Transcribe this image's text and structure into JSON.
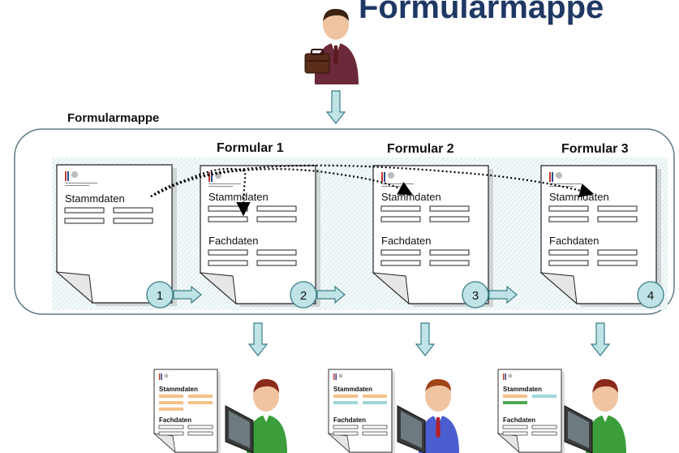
{
  "title": "Formularmappe",
  "folder_label": "Formularmappe",
  "forms": [
    {
      "title": "",
      "number": "1",
      "sections": [
        "Stammdaten"
      ]
    },
    {
      "title": "Formular 1",
      "number": "2",
      "sections": [
        "Stammdaten",
        "Fachdaten"
      ]
    },
    {
      "title": "Formular 2",
      "number": "3",
      "sections": [
        "Stammdaten",
        "Fachdaten"
      ]
    },
    {
      "title": "Formular 3",
      "number": "4",
      "sections": [
        "Stammdaten",
        "Fachdaten"
      ]
    }
  ],
  "outputs": [
    {
      "sections": [
        "Stammdaten",
        "Fachdaten"
      ],
      "highlight_color": "#f5c28a",
      "tie_color": "#b2202a",
      "shirt_color": "#3b9e3b"
    },
    {
      "sections": [
        "Stammdaten",
        "Fachdaten"
      ],
      "highlight_color": "#9fd6d9",
      "tie_color": "#b2202a",
      "shirt_color": "#4a5ed1"
    },
    {
      "sections": [
        "Stammdaten",
        "Fachdaten"
      ],
      "highlight_color": "#f5c28a",
      "second_color": "#9fd6d9",
      "third_color": "#4ea94e",
      "shirt_color": "#3b9e3b"
    }
  ],
  "colors": {
    "arrow_fill": "#bfe3e6",
    "arrow_stroke": "#3a7d86",
    "circle_fill": "#bfe3e6",
    "folder_stroke": "#5f7d86",
    "hatch": "#c7dde2"
  },
  "icons": {
    "businessman": "businessman-with-briefcase-icon",
    "user": "user-at-computer-icon"
  }
}
